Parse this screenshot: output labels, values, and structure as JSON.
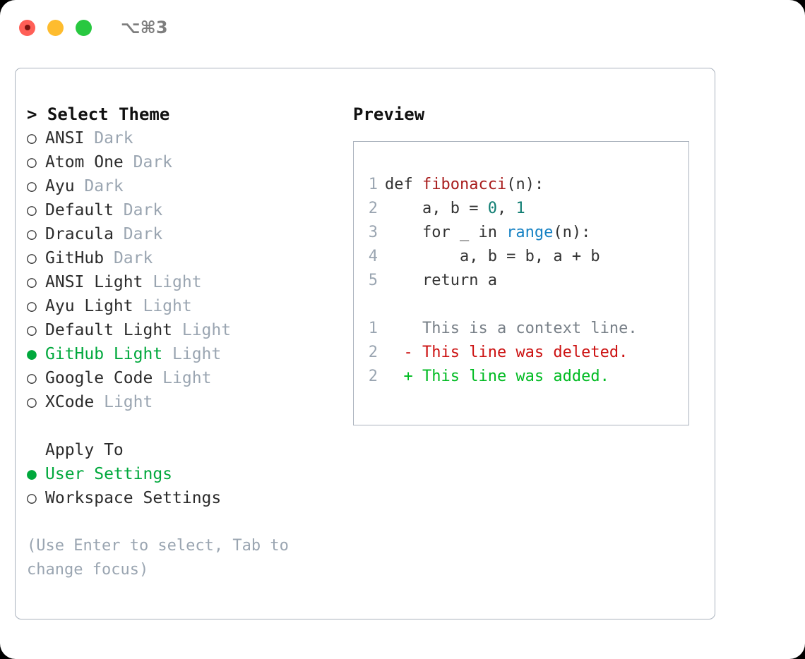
{
  "titlebar": {
    "shortcut": "⌥⌘3",
    "buttons": [
      "close",
      "minimize",
      "zoom"
    ]
  },
  "theme_panel": {
    "heading_marker": ">",
    "heading": "Select Theme",
    "marker_unselected": "○",
    "marker_selected": "●",
    "items": [
      {
        "marker": "○",
        "name": "ANSI",
        "tag": "Dark",
        "selected": false
      },
      {
        "marker": "○",
        "name": "Atom One",
        "tag": "Dark",
        "selected": false
      },
      {
        "marker": "○",
        "name": "Ayu",
        "tag": "Dark",
        "selected": false
      },
      {
        "marker": "○",
        "name": "Default",
        "tag": "Dark",
        "selected": false
      },
      {
        "marker": "○",
        "name": "Dracula",
        "tag": "Dark",
        "selected": false
      },
      {
        "marker": "○",
        "name": "GitHub",
        "tag": "Dark",
        "selected": false
      },
      {
        "marker": "○",
        "name": "ANSI Light",
        "tag": "Light",
        "selected": false
      },
      {
        "marker": "○",
        "name": "Ayu Light",
        "tag": "Light",
        "selected": false
      },
      {
        "marker": "○",
        "name": "Default Light",
        "tag": "Light",
        "selected": false
      },
      {
        "marker": "●",
        "name": "GitHub Light",
        "tag": "Light",
        "selected": true
      },
      {
        "marker": "○",
        "name": "Google Code",
        "tag": "Light",
        "selected": false
      },
      {
        "marker": "○",
        "name": "XCode",
        "tag": "Light",
        "selected": false
      }
    ]
  },
  "apply_to": {
    "heading": "Apply To",
    "items": [
      {
        "marker": "●",
        "label": "User Settings",
        "selected": true
      },
      {
        "marker": "○",
        "label": "Workspace Settings",
        "selected": false
      }
    ]
  },
  "hint": "(Use Enter to select, Tab to change focus)",
  "preview": {
    "title": "Preview",
    "code_lines": [
      {
        "num": "1",
        "parts": [
          {
            "text": "def ",
            "token": "plain"
          },
          {
            "text": "fibonacci",
            "token": "fn"
          },
          {
            "text": "(n):",
            "token": "plain"
          }
        ]
      },
      {
        "num": "2",
        "parts": [
          {
            "text": "    a, b = ",
            "token": "plain"
          },
          {
            "text": "0",
            "token": "num"
          },
          {
            "text": ", ",
            "token": "plain"
          },
          {
            "text": "1",
            "token": "num"
          }
        ]
      },
      {
        "num": "3",
        "parts": [
          {
            "text": "    for _ in ",
            "token": "plain"
          },
          {
            "text": "range",
            "token": "call"
          },
          {
            "text": "(n):",
            "token": "plain"
          }
        ]
      },
      {
        "num": "4",
        "parts": [
          {
            "text": "        a, b = b, a + b",
            "token": "plain"
          }
        ]
      },
      {
        "num": "5",
        "parts": [
          {
            "text": "    return a",
            "token": "plain"
          }
        ]
      }
    ],
    "diff_lines": [
      {
        "num": "1",
        "sign": " ",
        "text": "This is a context line.",
        "kind": "context"
      },
      {
        "num": "2",
        "sign": "-",
        "text": "This line was deleted.",
        "kind": "del"
      },
      {
        "num": "2",
        "sign": "+",
        "text": "This line was added.",
        "kind": "add"
      }
    ]
  },
  "colors": {
    "accent_green": "#00a83c",
    "diff_add": "#00bb22",
    "diff_del": "#cc1111",
    "muted": "#9aa5b1",
    "border": "#aab2bd",
    "fn_red": "#a81d1d",
    "num_teal": "#0f7d72",
    "call_blue": "#1782c4"
  }
}
